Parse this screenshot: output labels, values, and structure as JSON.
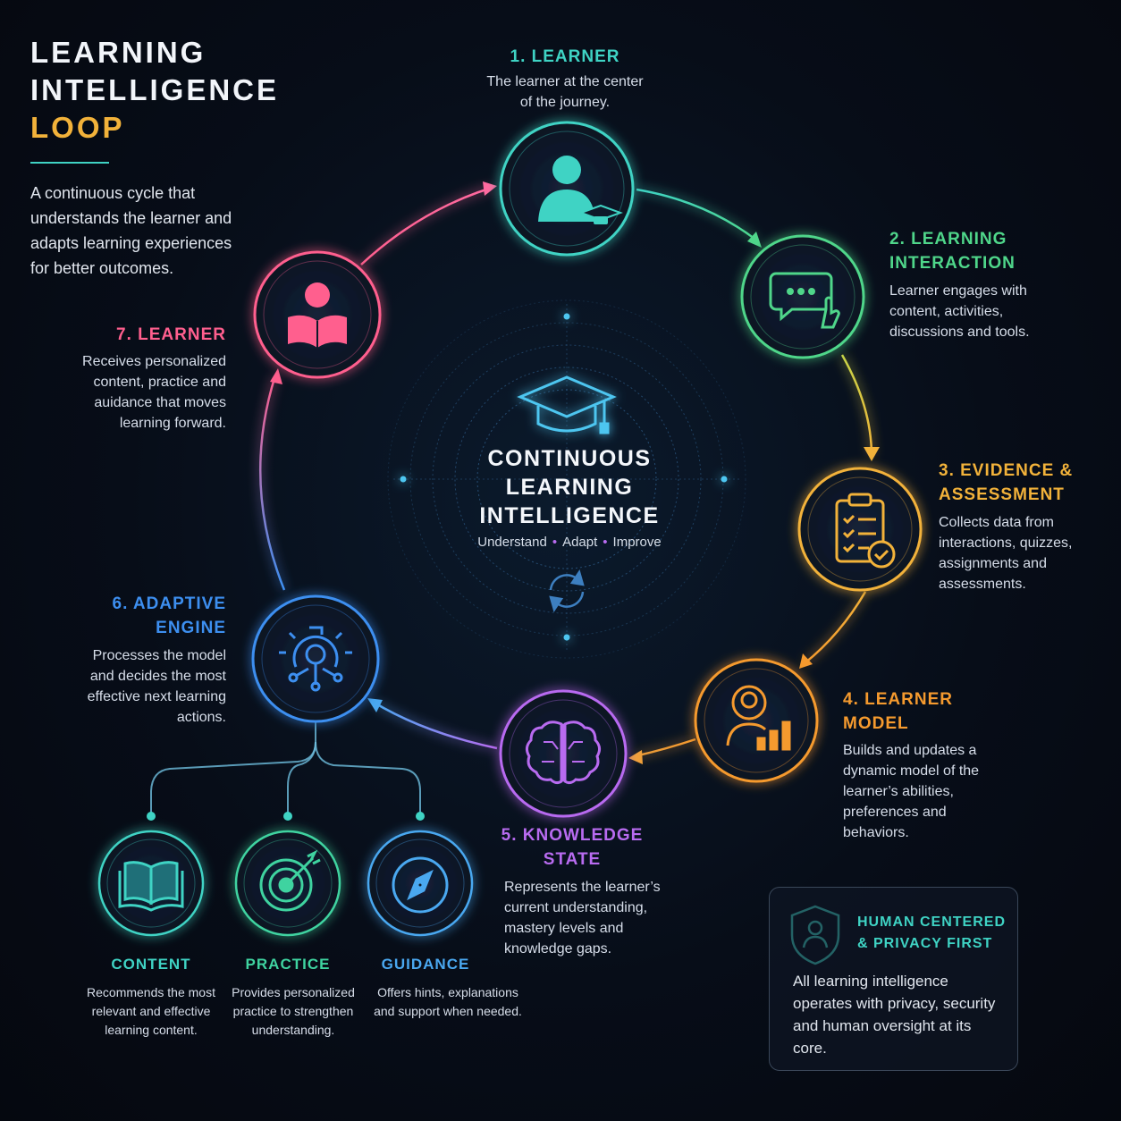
{
  "header": {
    "title_line1": "LEARNING",
    "title_line2": "INTELLIGENCE",
    "title_line3": "LOOP",
    "intro": "A continuous cycle that understands the learner and adapts learning experiences for better outcomes."
  },
  "center": {
    "title": "CONTINUOUS LEARNING INTELLIGENCE",
    "sub_understand": "Understand",
    "sub_adapt": "Adapt",
    "sub_improve": "Improve"
  },
  "steps": [
    {
      "title": "1. LEARNER",
      "desc": "The learner at the center of the journey.",
      "color": "#3fd3c4",
      "icon": "learner-graduate-icon"
    },
    {
      "title": "2. LEARNING INTERACTION",
      "desc": "Learner engages with content, activities, discussions and tools.",
      "color": "#4fd68a",
      "icon": "chat-click-icon"
    },
    {
      "title": "3. EVIDENCE & ASSESSMENT",
      "desc": "Collects data from interactions, quizzes, assignments and assessments.",
      "color": "#f2b23a",
      "icon": "clipboard-check-icon"
    },
    {
      "title": "4. LEARNER MODEL",
      "desc": "Builds and updates a dynamic model of the learner’s abilities, preferences and behaviors.",
      "color": "#f59a2e",
      "icon": "user-chart-icon"
    },
    {
      "title": "5. KNOWLEDGE STATE",
      "desc": "Represents the learner’s current understanding, mastery levels and knowledge gaps.",
      "color": "#b86bf0",
      "icon": "brain-icon"
    },
    {
      "title": "6. ADAPTIVE ENGINE",
      "desc": "Processes the model and decides the most effective next learning actions.",
      "color": "#3d8ff0",
      "icon": "gear-engine-icon"
    },
    {
      "title": "7. LEARNER",
      "desc": "Receives personalized content, practice and auidance that moves learning forward.",
      "color": "#ff5f8e",
      "icon": "reading-learner-icon"
    }
  ],
  "outputs": [
    {
      "title": "CONTENT",
      "desc": "Recommends the most relevant and effective learning content.",
      "color": "#3fd3c4",
      "icon": "book-icon"
    },
    {
      "title": "PRACTICE",
      "desc": "Provides personalized practice to strengthen understanding.",
      "color": "#3fd3a0",
      "icon": "target-icon"
    },
    {
      "title": "GUIDANCE",
      "desc": "Offers hints, explanations and support when needed.",
      "color": "#4aa8f0",
      "icon": "compass-icon"
    }
  ],
  "privacy": {
    "title": "HUMAN CENTERED & PRIVACY FIRST",
    "desc": "All learning intelligence operates with privacy, security and human oversight at its core.",
    "icon": "shield-user-icon"
  }
}
